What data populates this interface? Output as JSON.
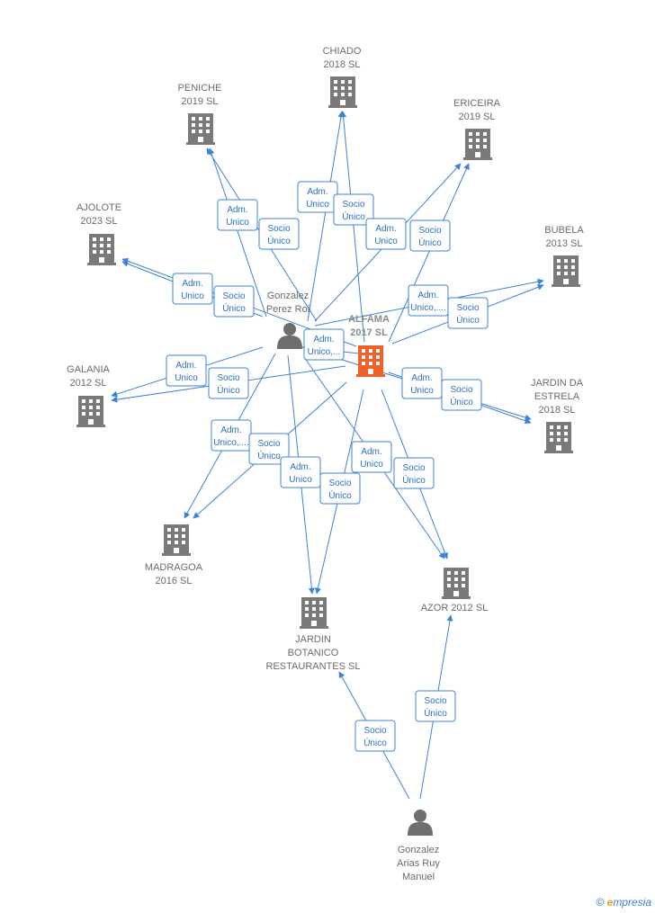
{
  "colors": {
    "edge": "#3c82d7",
    "company": "#7a7a7a",
    "highlight": "#f0602a",
    "person": "#6e6e6e"
  },
  "nodes": [
    {
      "id": "chiado",
      "type": "company",
      "lines": [
        "CHIADO",
        "2018  SL"
      ]
    },
    {
      "id": "peniche",
      "type": "company",
      "lines": [
        "PENICHE",
        "2019  SL"
      ]
    },
    {
      "id": "ericeira",
      "type": "company",
      "lines": [
        "ERICEIRA",
        "2019  SL"
      ]
    },
    {
      "id": "ajolote",
      "type": "company",
      "lines": [
        "AJOLOTE",
        "2023  SL"
      ]
    },
    {
      "id": "bubela",
      "type": "company",
      "lines": [
        "BUBELA",
        "2013  SL"
      ]
    },
    {
      "id": "alfama",
      "type": "company-main",
      "lines": [
        "ALFAMA",
        "2017  SL"
      ]
    },
    {
      "id": "galania",
      "type": "company",
      "lines": [
        "GALANIA",
        "2012 SL"
      ]
    },
    {
      "id": "jardin_estrela",
      "type": "company",
      "lines": [
        "JARDIN DA",
        "ESTRELA",
        "2018  SL"
      ]
    },
    {
      "id": "madragoa",
      "type": "company",
      "lines": [
        "MADRAGOA",
        "2016  SL"
      ]
    },
    {
      "id": "azor",
      "type": "company",
      "lines": [
        "AZOR 2012 SL"
      ]
    },
    {
      "id": "jardin_botanico",
      "type": "company",
      "lines": [
        "JARDIN",
        "BOTANICO",
        "RESTAURANTES SL"
      ]
    },
    {
      "id": "gonzalez_perez",
      "type": "person",
      "lines": [
        "Gonzalez",
        "Perez Roi"
      ]
    },
    {
      "id": "gonzalez_arias",
      "type": "person",
      "lines": [
        "Gonzalez",
        "Arias Ruy",
        "Manuel"
      ]
    }
  ],
  "relations": [
    {
      "id": "r_chiado_adm",
      "lines": [
        "Adm.",
        "Unico"
      ]
    },
    {
      "id": "r_chiado_socio",
      "lines": [
        "Socio",
        "Único"
      ]
    },
    {
      "id": "r_peniche_adm",
      "lines": [
        "Adm.",
        "Unico"
      ]
    },
    {
      "id": "r_peniche_socio",
      "lines": [
        "Socio",
        "Único"
      ]
    },
    {
      "id": "r_ericeira_adm",
      "lines": [
        "Adm.",
        "Unico"
      ]
    },
    {
      "id": "r_ericeira_socio",
      "lines": [
        "Socio",
        "Único"
      ]
    },
    {
      "id": "r_ajolote_adm",
      "lines": [
        "Adm.",
        "Unico"
      ]
    },
    {
      "id": "r_ajolote_socio",
      "lines": [
        "Socio",
        "Único"
      ]
    },
    {
      "id": "r_bubela_adm",
      "lines": [
        "Adm.",
        "Unico,...."
      ]
    },
    {
      "id": "r_bubela_socio",
      "lines": [
        "Socio",
        "Único"
      ]
    },
    {
      "id": "r_alfama_adm",
      "lines": [
        "Adm.",
        "Unico,..."
      ]
    },
    {
      "id": "r_galania_adm",
      "lines": [
        "Adm.",
        "Unico"
      ]
    },
    {
      "id": "r_galania_socio",
      "lines": [
        "Socio",
        "Único"
      ]
    },
    {
      "id": "r_estrela_adm",
      "lines": [
        "Adm.",
        "Unico"
      ]
    },
    {
      "id": "r_estrela_socio",
      "lines": [
        "Socio",
        "Único"
      ]
    },
    {
      "id": "r_madragoa_adm",
      "lines": [
        "Adm.",
        "Unico,...."
      ]
    },
    {
      "id": "r_madragoa_socio",
      "lines": [
        "Socio",
        "Único"
      ]
    },
    {
      "id": "r_botanico_adm",
      "lines": [
        "Adm.",
        "Unico"
      ]
    },
    {
      "id": "r_botanico_socio",
      "lines": [
        "Socio",
        "Único"
      ]
    },
    {
      "id": "r_azor_adm",
      "lines": [
        "Adm.",
        "Unico"
      ]
    },
    {
      "id": "r_azor_socio",
      "lines": [
        "Socio",
        "Único"
      ]
    },
    {
      "id": "r_arias_botanico",
      "lines": [
        "Socio",
        "Único"
      ]
    },
    {
      "id": "r_arias_azor",
      "lines": [
        "Socio",
        "Único"
      ]
    }
  ],
  "footer": {
    "copyright": "©",
    "brand_first": "e",
    "brand_rest": "mpresia"
  }
}
